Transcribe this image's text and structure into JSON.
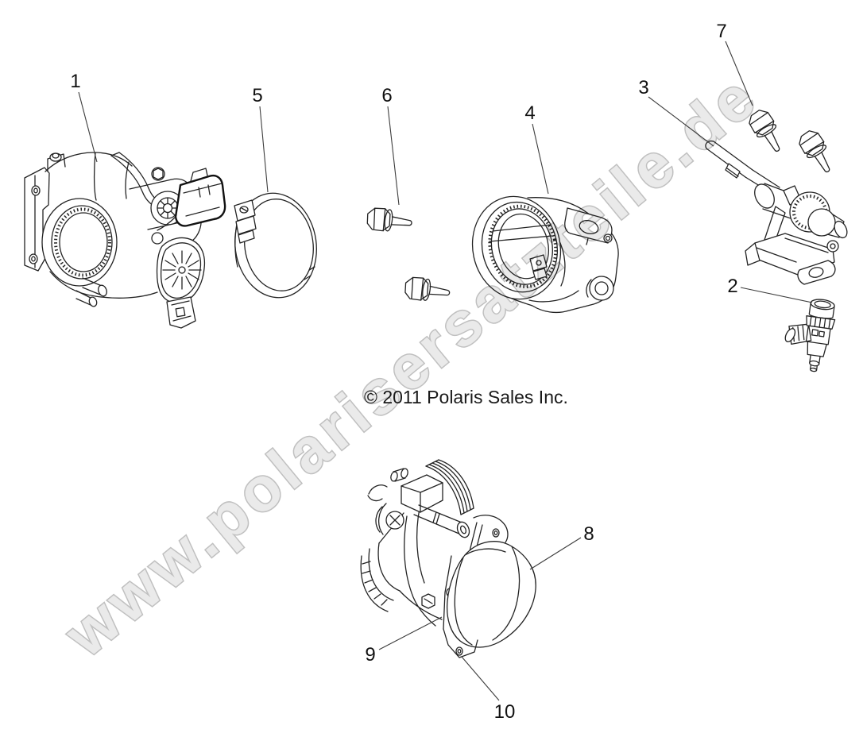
{
  "diagram": {
    "watermark_text": "www.polarisersatzteile.de",
    "copyright_text": "© 2011 Polaris Sales Inc.",
    "callouts": [
      {
        "label": "1"
      },
      {
        "label": "2"
      },
      {
        "label": "3"
      },
      {
        "label": "4"
      },
      {
        "label": "5"
      },
      {
        "label": "6"
      },
      {
        "label": "7"
      },
      {
        "label": "8"
      },
      {
        "label": "9"
      },
      {
        "label": "10"
      }
    ],
    "colors": {
      "line": "#232323",
      "leader_line": "#3c3c3c",
      "text": "#1a1a1a",
      "watermark_fill": "#eaeaea",
      "watermark_outline": "#c0c0c0",
      "background": "#ffffff"
    }
  }
}
